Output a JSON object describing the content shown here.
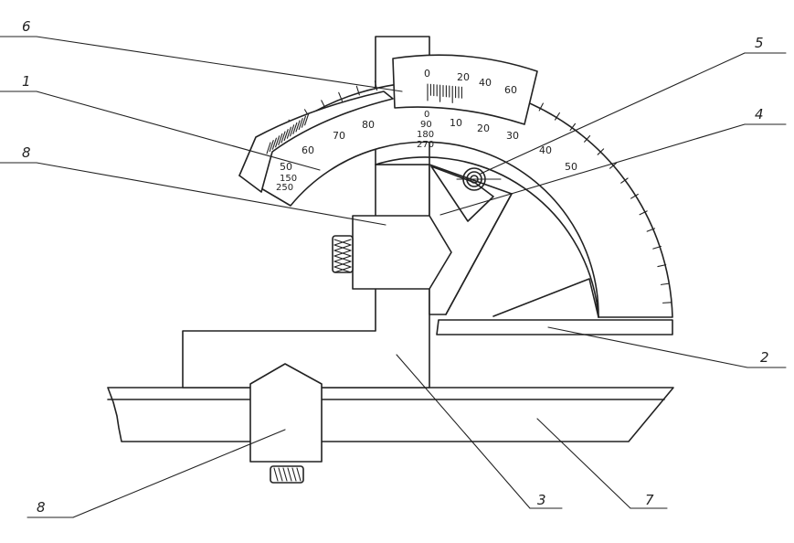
{
  "labels": {
    "l1": "1",
    "l2": "2",
    "l3": "3",
    "l4": "4",
    "l5": "5",
    "l6": "6",
    "l7": "7",
    "l8a": "8",
    "l8b": "8"
  },
  "main_scale": {
    "left_marks": [
      "50",
      "60",
      "70",
      "80"
    ],
    "right_marks": [
      "0",
      "10",
      "20",
      "30",
      "40",
      "50"
    ],
    "left_extra": [
      "150",
      "250"
    ],
    "center_stack": [
      "0",
      "90",
      "180",
      "270"
    ]
  },
  "vernier_scale": {
    "marks": [
      "0",
      "20",
      "40",
      "60"
    ]
  }
}
